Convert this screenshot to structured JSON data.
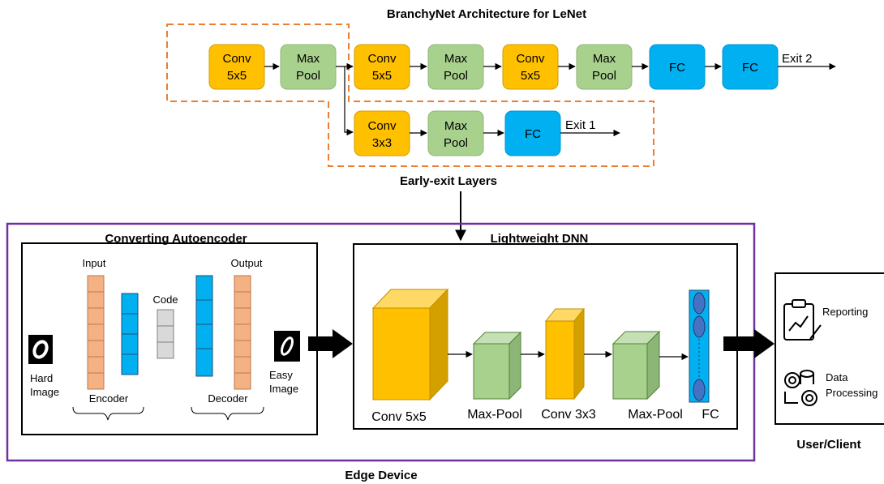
{
  "titles": {
    "branchynet": "BranchyNet Architecture for LeNet",
    "early_exit": "Early-exit  Layers",
    "converting_autoencoder": "Converting Autoencoder",
    "lightweight_dnn": "Lightweight DNN",
    "edge_device": "Edge Device",
    "user_client": "User/Client"
  },
  "branchynet": {
    "main_path": [
      {
        "line1": "Conv",
        "line2": "5x5",
        "kind": "conv"
      },
      {
        "line1": "Max",
        "line2": "Pool",
        "kind": "pool"
      },
      {
        "line1": "Conv",
        "line2": "5x5",
        "kind": "conv"
      },
      {
        "line1": "Max",
        "line2": "Pool",
        "kind": "pool"
      },
      {
        "line1": "Conv",
        "line2": "5x5",
        "kind": "conv"
      },
      {
        "line1": "Max",
        "line2": "Pool",
        "kind": "pool"
      },
      {
        "line1": "FC",
        "line2": "",
        "kind": "fc"
      },
      {
        "line1": "FC",
        "line2": "",
        "kind": "fc"
      }
    ],
    "branch_path": [
      {
        "line1": "Conv",
        "line2": "3x3",
        "kind": "conv"
      },
      {
        "line1": "Max",
        "line2": "Pool",
        "kind": "pool"
      },
      {
        "line1": "FC",
        "line2": "",
        "kind": "fc"
      }
    ],
    "exit_main": "Exit 2",
    "exit_branch": "Exit 1"
  },
  "autoencoder": {
    "input_label": "Input",
    "output_label": "Output",
    "code_label": "Code",
    "encoder_label": "Encoder",
    "decoder_label": "Decoder",
    "hard_image_line1": "Hard",
    "hard_image_line2": "Image",
    "easy_image_line1": "Easy",
    "easy_image_line2": "Image"
  },
  "dnn_labels": {
    "conv1": "Conv 5x5",
    "pool1": "Max-Pool",
    "conv2": "Conv 3x3",
    "pool2": "Max-Pool",
    "fc": "FC"
  },
  "client": {
    "reporting": "Reporting",
    "data_line1": "Data",
    "data_line2": "Processing"
  },
  "colors": {
    "conv": "#FFC000",
    "conv_stroke": "#D39E00",
    "pool": "#A9D18E",
    "pool_stroke": "#8FB678",
    "fc": "#00B0F0",
    "fc_stroke": "#0098D0",
    "dashed": "#ED7D31",
    "edge_border": "#7030A0",
    "encoder_cell": "#F4B183",
    "latent_cell": "#00B0F0",
    "code_cell": "#D9D9D9"
  },
  "icons": {
    "hard_image": "handwritten-digit-0-icon",
    "easy_image": "handwritten-digit-0-icon",
    "reporting": "clipboard-chart-icon",
    "data_processing": "gears-database-icon"
  }
}
